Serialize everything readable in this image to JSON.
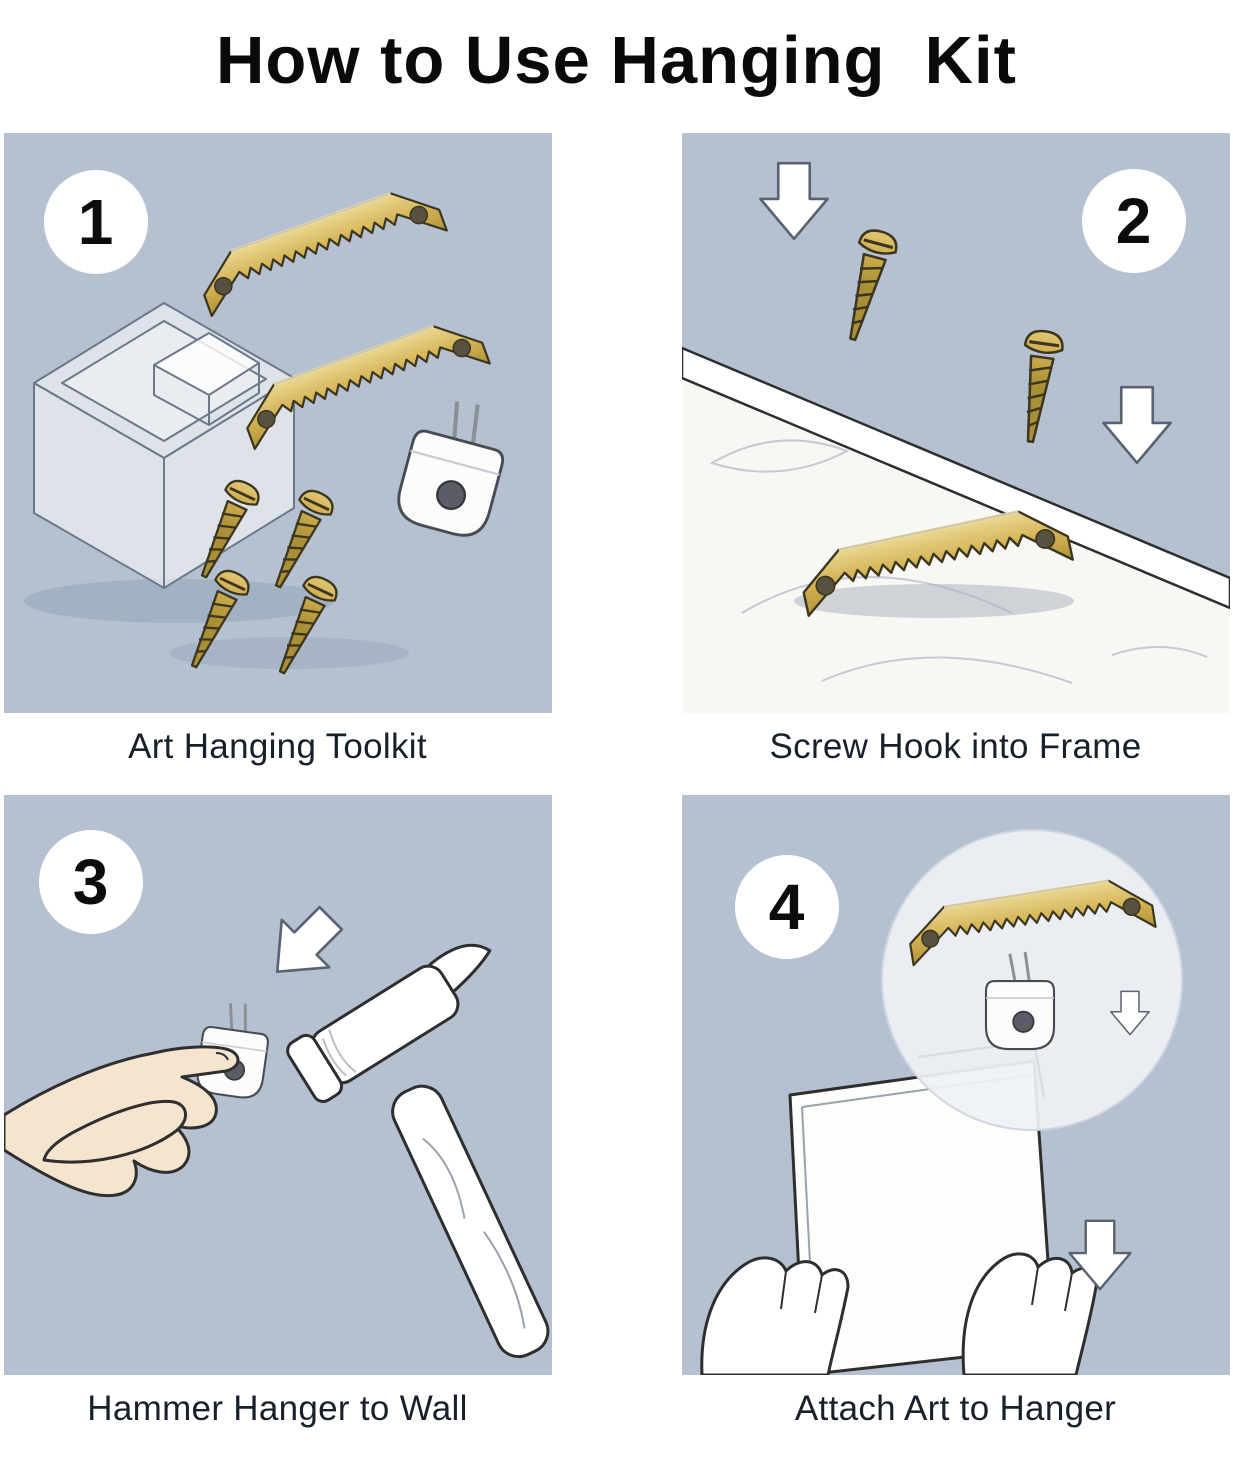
{
  "title": "How to Use Hanging  Kit",
  "panels": [
    {
      "number": "1",
      "caption": "Art Hanging Toolkit"
    },
    {
      "number": "2",
      "caption": "Screw Hook into Frame"
    },
    {
      "number": "3",
      "caption": "Hammer Hanger to Wall"
    },
    {
      "number": "4",
      "caption": "Attach Art to Hanger"
    }
  ],
  "colors": {
    "panel_background": "#b5c1d0",
    "page_background": "#ffffff",
    "brass_gold": "#d2b050",
    "outline": "#2e2e2e",
    "skin": "#f5e5cf"
  }
}
